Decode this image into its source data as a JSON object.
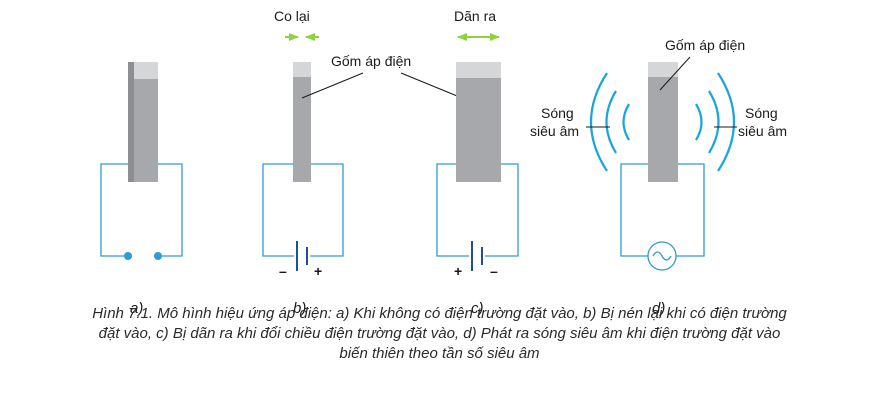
{
  "labels": {
    "contract": "Co lại",
    "expand": "Dãn ra",
    "ceramic_b": "Gốm áp điện",
    "ceramic_d": "Gốm áp điện",
    "wave_left": [
      "Sóng",
      "siêu âm"
    ],
    "wave_right": [
      "Sóng",
      "siêu âm"
    ]
  },
  "battery_b": {
    "left": "–",
    "right": "+"
  },
  "battery_c": {
    "left": "+",
    "right": "–"
  },
  "panels": [
    "a)",
    "b)",
    "c)",
    "d)"
  ],
  "caption": [
    "Hình 7.1. Mô hình hiệu ứng áp điện: a) Khi không có điện trường đặt vào, b) Bị nén lại khi có điện trường",
    "đặt vào, c) Bị dãn ra khi đổi chiều điện trường đặt vào, d) Phát ra sóng siêu âm khi điện trường đặt vào",
    "biến thiên theo tần số siêu âm"
  ],
  "colors": {
    "crystal": "#a7a8ab",
    "crystal_top": "#d5d6d8",
    "crystal_edge": "#8d8e91",
    "wire": "#2f9bd5",
    "battery": "#1c4f9c",
    "arrow": "#8ed23f",
    "wave": "#18a4e0"
  }
}
